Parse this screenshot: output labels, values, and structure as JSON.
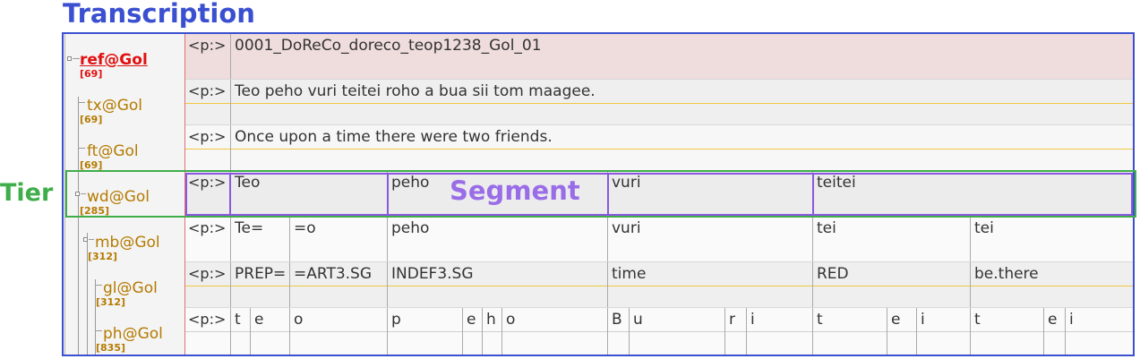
{
  "annotations": {
    "title": "Transcription",
    "tier_label": "Tier",
    "segment_label": "Segment"
  },
  "tiers": [
    {
      "name": "ref@Gol",
      "count": "[69]"
    },
    {
      "name": "tx@Gol",
      "count": "[69]"
    },
    {
      "name": "ft@Gol",
      "count": "[69]"
    },
    {
      "name": "wd@Gol",
      "count": "[285]"
    },
    {
      "name": "mb@Gol",
      "count": "[312]"
    },
    {
      "name": "gl@Gol",
      "count": "[312]"
    },
    {
      "name": "ph@Gol",
      "count": "[835]"
    }
  ],
  "paragraph_marker": "<p:>",
  "rows": {
    "ref": [
      "0001_DoReCo_doreco_teop1238_Gol_01"
    ],
    "tx": [
      "Teo peho vuri teitei roho a bua sii tom maagee."
    ],
    "ft": [
      "Once upon a time there were two friends."
    ],
    "wd": [
      "Teo",
      "peho",
      "vuri",
      "teitei"
    ],
    "mb": [
      "Te=",
      "=o",
      "peho",
      "vuri",
      "tei",
      "tei"
    ],
    "gl": [
      "PREP=",
      "=ART3.SG",
      "INDEF3.SG",
      "time",
      "RED",
      "be.there"
    ],
    "ph": [
      "t",
      "e",
      "o",
      "p",
      "e",
      "h",
      "o",
      "B",
      "u",
      "r",
      "i",
      "t",
      "e",
      "i",
      "t",
      "e",
      "i"
    ]
  },
  "colors": {
    "transcription_frame": "#3a50d0",
    "tier_highlight": "#3fae4a",
    "segment_highlight": "#8a58e0",
    "tier_name": "#b47a00",
    "ref_tier_name": "#e01010"
  }
}
